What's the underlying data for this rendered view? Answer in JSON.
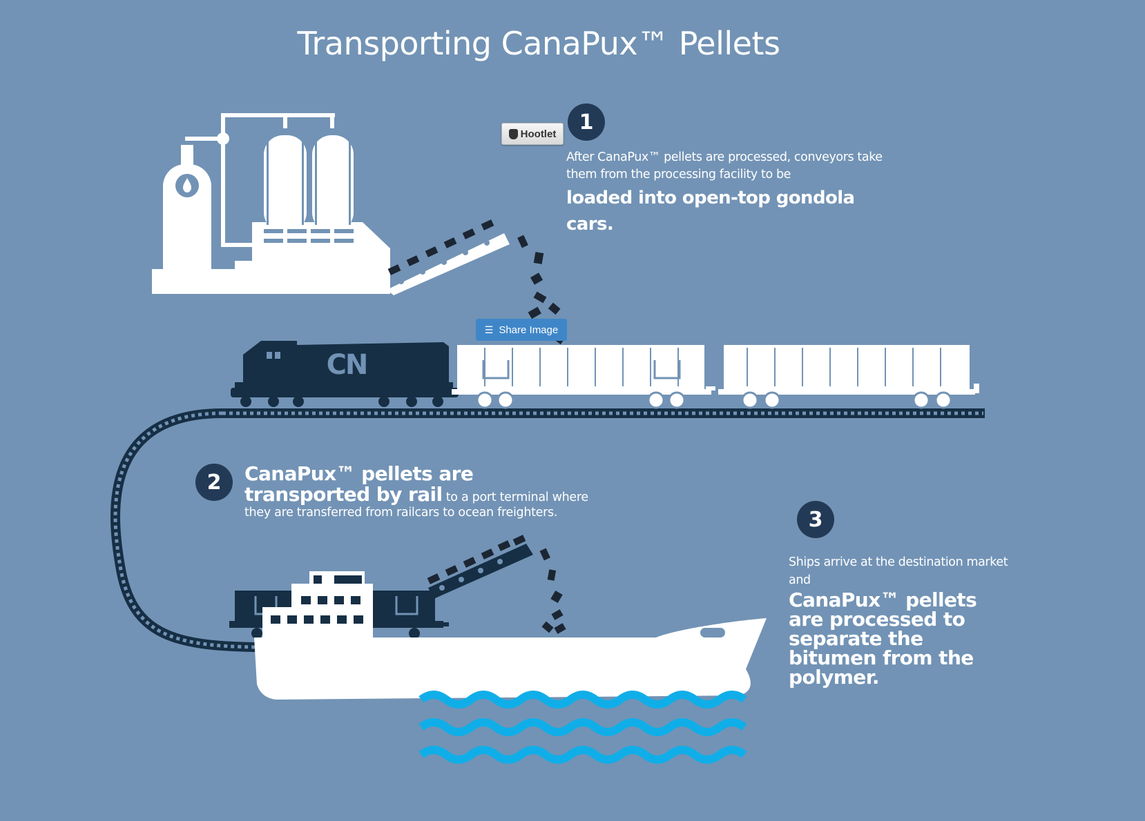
{
  "title": "Transporting CanaPux™  Pellets",
  "steps": [
    {
      "number": "1",
      "text": "After CanaPux™ pellets  are processed, conveyors take them from the processing facility to be",
      "highlight": "loaded into open-top gondola cars."
    },
    {
      "number": "2",
      "highlight": "CanaPux™ pellets are transported by rail",
      "text": "to a port terminal where they are transferred from railcars to ocean freighters."
    },
    {
      "number": "3",
      "text": "Ships arrive at the destination market and",
      "highlight": "CanaPux™ pellets are processed to separate the bitumen from the polymer."
    }
  ],
  "locomotive_logo": "CN",
  "overlays": {
    "hootlet_label": "Hootlet",
    "share_label": "Share Image"
  },
  "colors": {
    "background": "#7293b5",
    "white": "#ffffff",
    "navy": "#162f45",
    "pellet": "#1c2633",
    "water": "#10aee8",
    "badge": "#233a57"
  }
}
